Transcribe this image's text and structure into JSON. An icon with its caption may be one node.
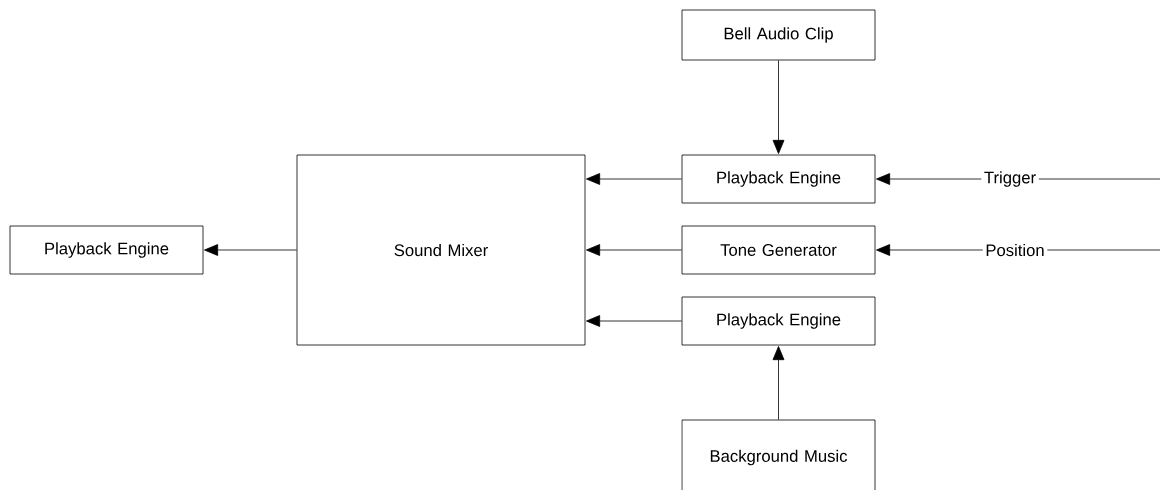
{
  "diagram": {
    "nodes": [
      {
        "text": [
          "Bell Audio Clip"
        ]
      },
      {
        "text": [
          "Playback Engine"
        ]
      },
      {
        "text": [
          "Tone Generator"
        ]
      },
      {
        "text": [
          "Playback Engine"
        ]
      },
      {
        "text": [
          "Background Music"
        ]
      },
      {
        "text": [
          "Sound Mixer"
        ]
      },
      {
        "text": [
          "Playback Engine"
        ]
      }
    ],
    "edges": [
      {
        "from": 0,
        "to": 1,
        "arrow": "to"
      },
      {
        "from": 1,
        "to": 5,
        "arrow": "to"
      },
      {
        "from": 2,
        "to": 5,
        "arrow": "to"
      },
      {
        "from": 3,
        "to": 5,
        "arrow": "to"
      },
      {
        "from": 4,
        "to": 3,
        "arrow": "to"
      },
      {
        "from": 5,
        "to": 6,
        "arrow": "to"
      },
      {
        "from": null,
        "to": 1,
        "arrow": "to",
        "label": "Trigger"
      },
      {
        "from": null,
        "to": 2,
        "arrow": "to",
        "label": "Position"
      }
    ]
  }
}
